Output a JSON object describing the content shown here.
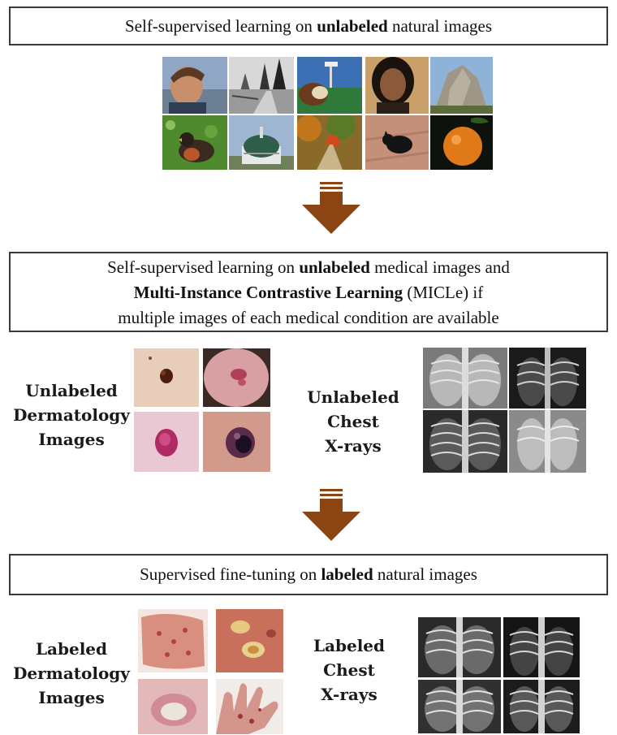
{
  "stage1": {
    "text_before": "Self-supervised learning on ",
    "text_bold": "unlabeled",
    "text_after": " natural images"
  },
  "stage2": {
    "line1_before": "Self-supervised learning on ",
    "line1_bold": "unlabeled",
    "line1_after": " medical images and",
    "line2_bold": "Multi-Instance Contrastive Learning",
    "line2_after": " (MICLe) if",
    "line3": "multiple images of each medical condition are available"
  },
  "stage3": {
    "text_before": "Supervised fine-tuning on ",
    "text_bold": "labeled",
    "text_after": " natural images"
  },
  "unlabeled_derm_label": [
    "Unlabeled",
    "Dermatology",
    "Images"
  ],
  "unlabeled_xray_label": [
    "Unlabeled",
    "Chest",
    "X-rays"
  ],
  "labeled_derm_label": [
    "Labeled",
    "Dermatology",
    "Images"
  ],
  "labeled_xray_label": [
    "Labeled",
    "Chest",
    "X-rays"
  ],
  "natural_images": [
    "man-portrait",
    "road-landscape",
    "baseball-stadium",
    "woman-portrait",
    "rock-mountain",
    "bird",
    "domed-building",
    "autumn-trees",
    "black-cat",
    "orange-fruit"
  ],
  "arrow_color": "#8b4513"
}
